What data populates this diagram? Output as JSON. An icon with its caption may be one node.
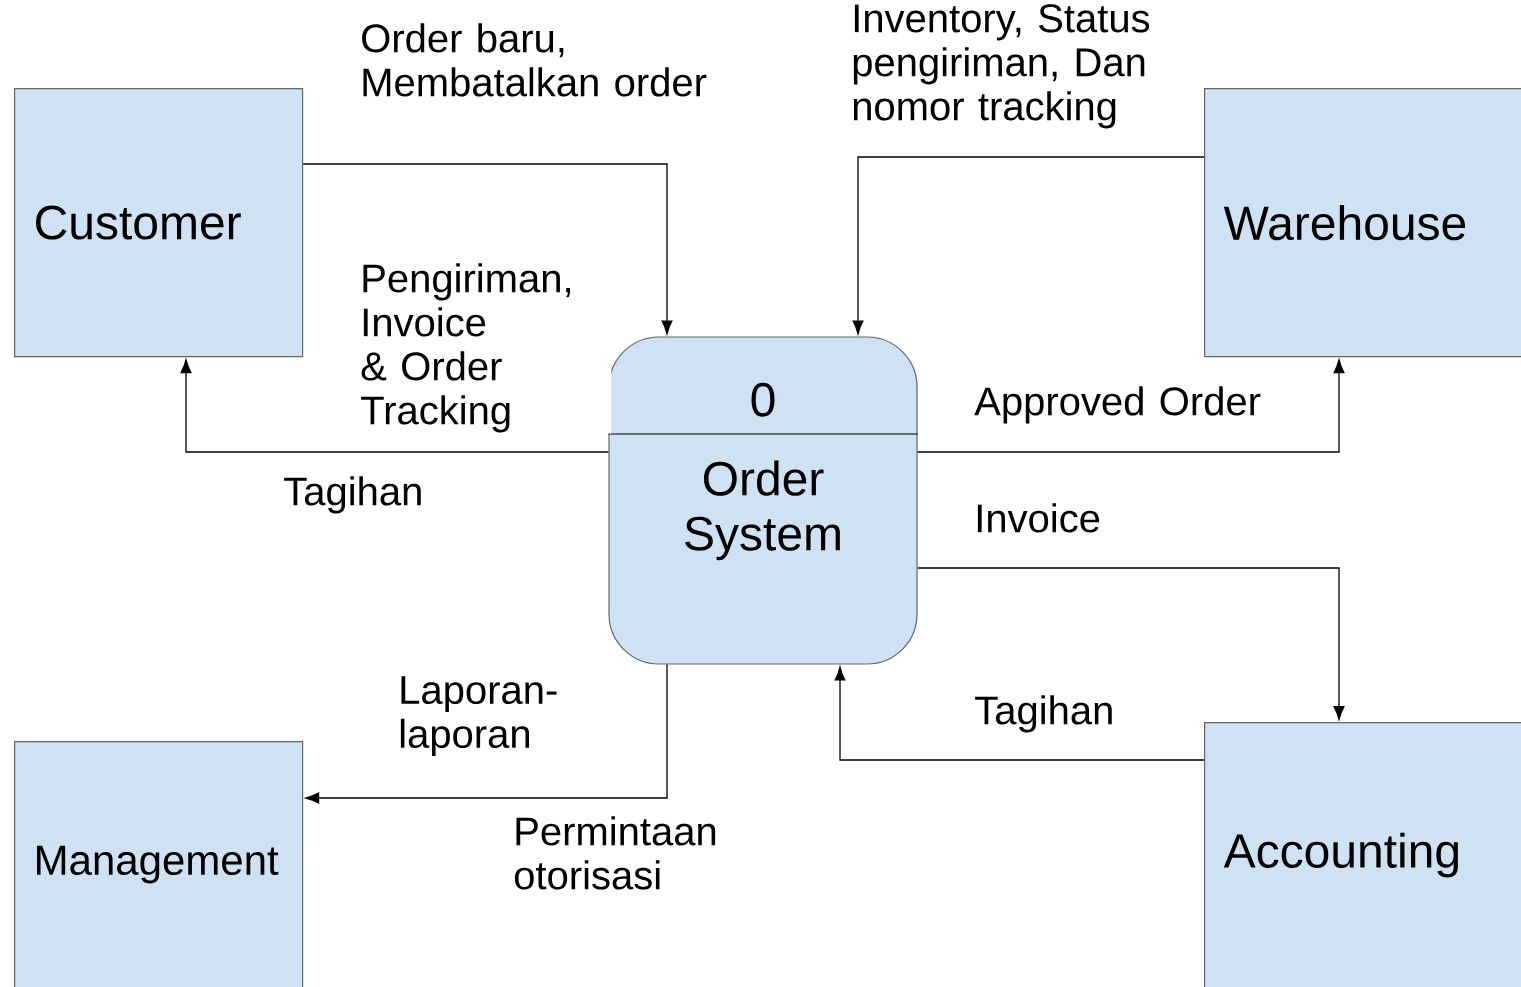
{
  "diagram": {
    "nodes": [
      {
        "text": [
          "Customer"
        ]
      },
      {
        "text": [
          "Warehouse"
        ]
      },
      {
        "text": [
          "0",
          "Order System"
        ]
      },
      {
        "text": [
          "Management"
        ]
      },
      {
        "text": [
          "Accounting"
        ]
      }
    ],
    "edges": [
      {
        "from": 0,
        "to": 2,
        "arrow": "to",
        "label": "Order baru, Membatalkan order"
      },
      {
        "from": 1,
        "to": 2,
        "arrow": "to",
        "label": "Inventory, Status pengiriman, Dan nomor tracking"
      },
      {
        "from": 2,
        "to": 0,
        "arrow": "to",
        "label": "Pengiriman, Invoice & Order Tracking"
      },
      {
        "from": 2,
        "to": 1,
        "arrow": "to",
        "label": "Approved Order"
      },
      {
        "from": 2,
        "to": 4,
        "arrow": "to",
        "label": "Invoice"
      },
      {
        "from": 4,
        "to": 2,
        "arrow": "to",
        "label": "Tagihan"
      },
      {
        "from": 2,
        "to": 3,
        "arrow": "to",
        "label": "Laporan- laporan"
      }
    ],
    "labels": [
      "Tagihan",
      "Permintaan otorisasi"
    ]
  }
}
